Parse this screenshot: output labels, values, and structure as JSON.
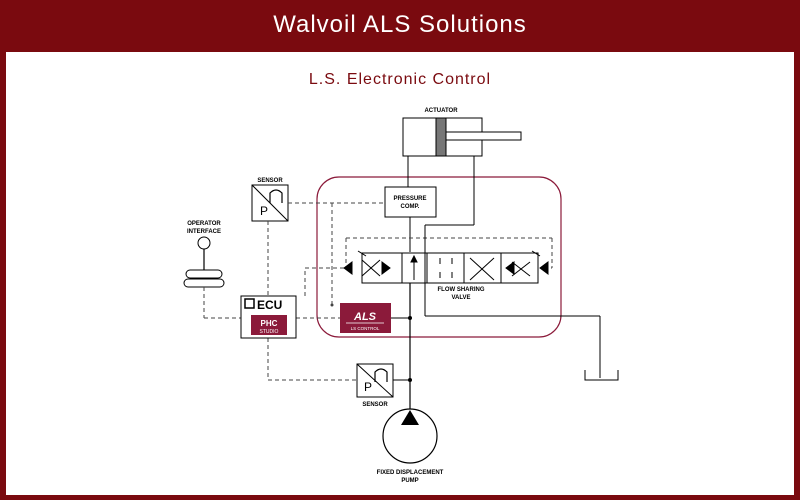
{
  "header": {
    "title": "Walvoil ALS Solutions"
  },
  "diagram": {
    "subtitle": "L.S. Electronic Control",
    "labels": {
      "actuator": "ACTUATOR",
      "pressure_comp_1": "PRESSURE",
      "pressure_comp_2": "COMP.",
      "sensor_top": "SENSOR",
      "operator_1": "OPERATOR",
      "operator_2": "INTERFACE",
      "flow_sharing_1": "FLOW SHARING",
      "flow_sharing_2": "VALVE",
      "sensor_bottom": "SENSOR",
      "pump_1": "FIXED DISPLACEMENT",
      "pump_2": "PUMP",
      "ecu": "ECU",
      "phc_1": "PHC",
      "phc_2": "STUDIO",
      "als_logo": "ALS",
      "als_sub": "LS CONTROL",
      "sensor_p": "P"
    },
    "colors": {
      "brand": "#7a0a0f",
      "accent": "#8b1a3a",
      "line": "#000000"
    }
  }
}
